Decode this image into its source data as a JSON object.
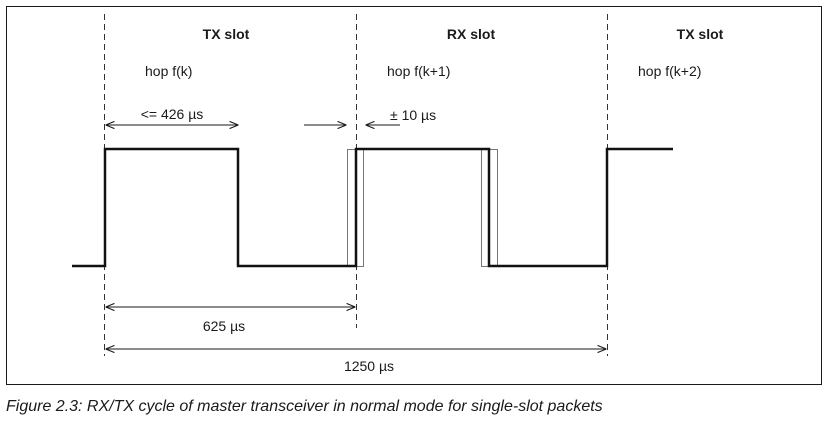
{
  "slots": [
    {
      "title": "TX slot",
      "hop": "hop f(k)"
    },
    {
      "title": "RX slot",
      "hop": "hop f(k+1)"
    },
    {
      "title": "TX slot",
      "hop": "hop f(k+2)"
    }
  ],
  "dimensions": {
    "tx_max": "<= 426 µs",
    "tolerance": "± 10 µs",
    "half_slot": "625 µs",
    "full_cycle": "1250 µs"
  },
  "caption": "Figure 2.3:  RX/TX cycle of master transceiver in normal mode for single-slot packets"
}
